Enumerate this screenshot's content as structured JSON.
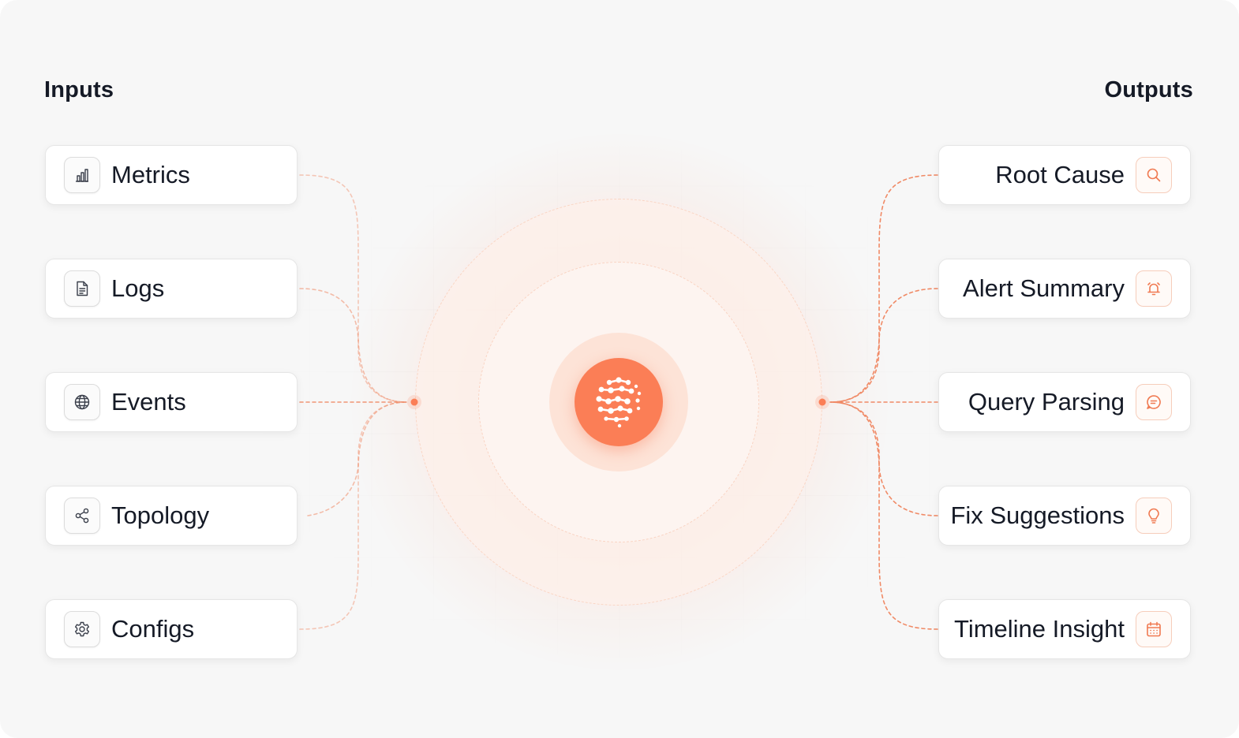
{
  "inputs": {
    "heading": "Inputs",
    "items": [
      {
        "label": "Metrics",
        "icon": "bar-chart-icon"
      },
      {
        "label": "Logs",
        "icon": "document-icon"
      },
      {
        "label": "Events",
        "icon": "globe-icon"
      },
      {
        "label": "Topology",
        "icon": "share-icon"
      },
      {
        "label": "Configs",
        "icon": "gear-icon"
      }
    ]
  },
  "outputs": {
    "heading": "Outputs",
    "items": [
      {
        "label": "Root Cause",
        "icon": "search-icon"
      },
      {
        "label": "Alert Summary",
        "icon": "alarm-icon"
      },
      {
        "label": "Query Parsing",
        "icon": "chat-icon"
      },
      {
        "label": "Fix Suggestions",
        "icon": "lightbulb-icon"
      },
      {
        "label": "Timeline Insight",
        "icon": "calendar-icon"
      }
    ]
  },
  "hub": {
    "icon": "neural-network-logo"
  },
  "colors": {
    "accent": "#fb7e56",
    "connector": "#f08a66",
    "text": "#151a26",
    "background": "#f7f7f7"
  }
}
